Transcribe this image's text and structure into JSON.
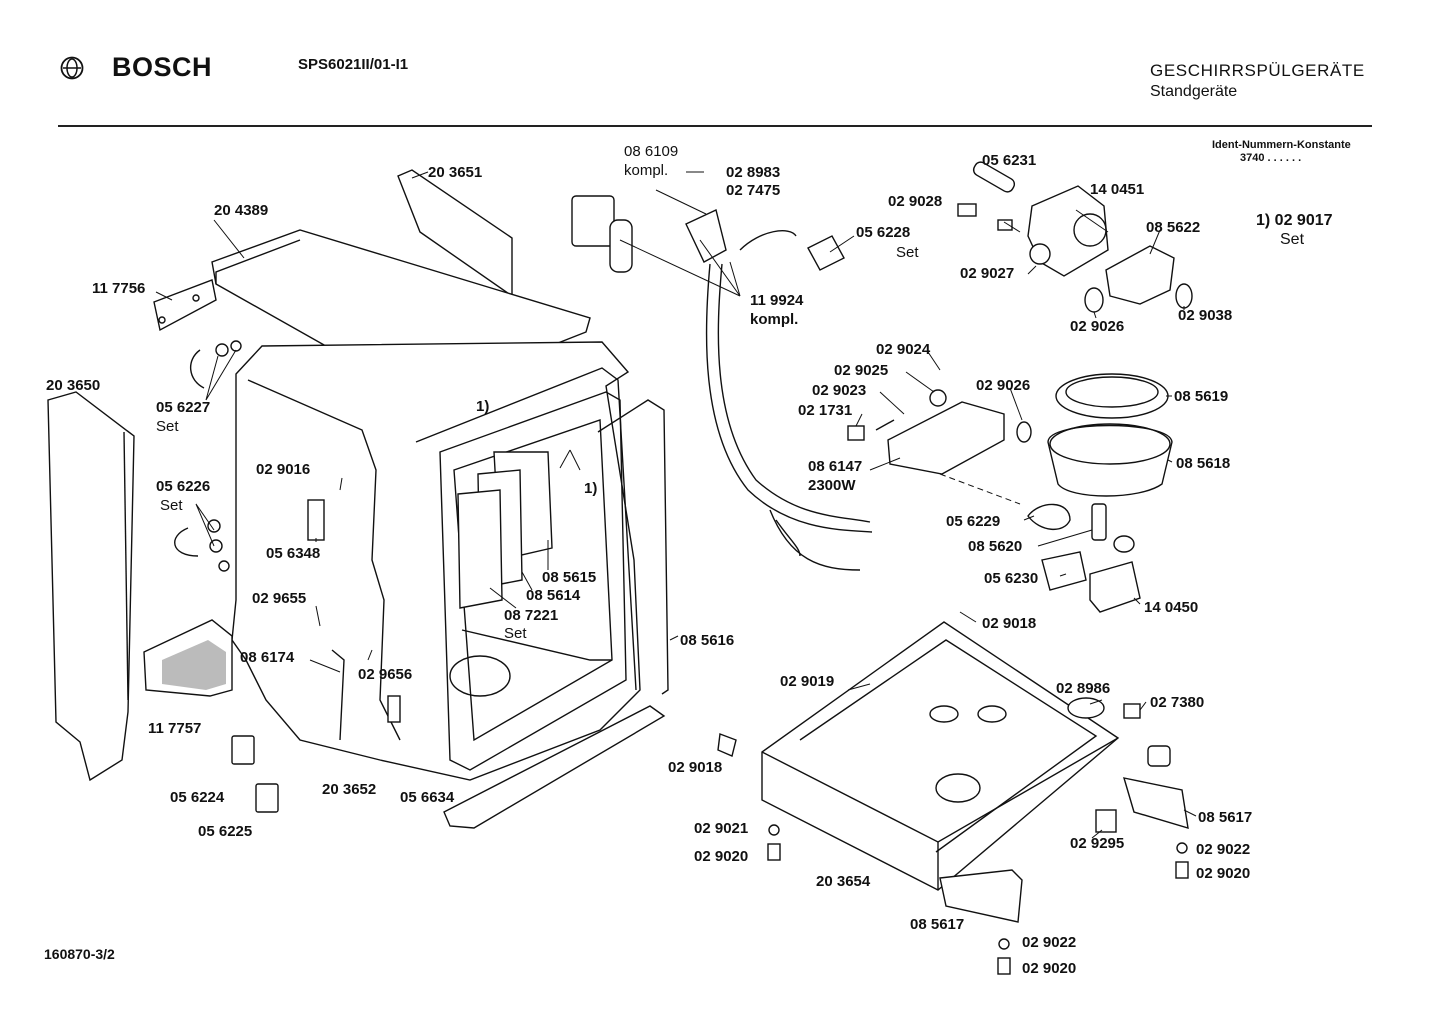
{
  "header": {
    "brand": "BOSCH",
    "model": "SPS6021II/01-I1",
    "category": "GESCHIRRSPÜLGERÄTE",
    "subcategory": "Standgeräte",
    "ident_label": "Ident-Nummern-Konstante",
    "ident_value": "3740  . .   . . . ."
  },
  "footer": {
    "drawing_number": "160870-3/2"
  },
  "icons": {
    "logo": "bosch-armature-logo-icon"
  },
  "note": {
    "line1": "1) 02 9017",
    "line2": "Set"
  },
  "labels": [
    {
      "id": "p203651",
      "text": "20 3651"
    },
    {
      "id": "p204389",
      "text": "20 4389"
    },
    {
      "id": "p117756",
      "text": "11 7756"
    },
    {
      "id": "p203650",
      "text": "20 3650"
    },
    {
      "id": "p056227",
      "text": "05 6227"
    },
    {
      "id": "p056227set",
      "text": "Set"
    },
    {
      "id": "p056226",
      "text": "05 6226"
    },
    {
      "id": "p056226set",
      "text": "Set"
    },
    {
      "id": "p029016",
      "text": "02 9016"
    },
    {
      "id": "p056348",
      "text": "05 6348"
    },
    {
      "id": "p029655",
      "text": "02 9655"
    },
    {
      "id": "p086174",
      "text": "08 6174"
    },
    {
      "id": "p029656",
      "text": "02 9656"
    },
    {
      "id": "p117757",
      "text": "11 7757"
    },
    {
      "id": "p056224",
      "text": "05 6224"
    },
    {
      "id": "p056225",
      "text": "05 6225"
    },
    {
      "id": "p203652",
      "text": "20 3652"
    },
    {
      "id": "p056634",
      "text": "05 6634"
    },
    {
      "id": "p1a",
      "text": "1)"
    },
    {
      "id": "p1b",
      "text": "1)"
    },
    {
      "id": "p085615",
      "text": "08 5615"
    },
    {
      "id": "p085614",
      "text": "08 5614"
    },
    {
      "id": "p087221",
      "text": "08 7221"
    },
    {
      "id": "p087221set",
      "text": "Set"
    },
    {
      "id": "p085616",
      "text": "08 5616"
    },
    {
      "id": "p086109",
      "text": "08 6109"
    },
    {
      "id": "p086109k",
      "text": "kompl."
    },
    {
      "id": "p028983",
      "text": "02 8983"
    },
    {
      "id": "p027475",
      "text": "02 7475"
    },
    {
      "id": "p119924",
      "text": "11 9924"
    },
    {
      "id": "p119924k",
      "text": "kompl."
    },
    {
      "id": "p056228",
      "text": "05 6228"
    },
    {
      "id": "p056228set",
      "text": "Set"
    },
    {
      "id": "p056231",
      "text": "05 6231"
    },
    {
      "id": "p029028",
      "text": "02 9028"
    },
    {
      "id": "p140451",
      "text": "14 0451"
    },
    {
      "id": "p085622",
      "text": "08 5622"
    },
    {
      "id": "p029027",
      "text": "02 9027"
    },
    {
      "id": "p029026a",
      "text": "02 9026"
    },
    {
      "id": "p029038",
      "text": "02 9038"
    },
    {
      "id": "p029024",
      "text": "02 9024"
    },
    {
      "id": "p029025",
      "text": "02 9025"
    },
    {
      "id": "p029023",
      "text": "02 9023"
    },
    {
      "id": "p021731",
      "text": "02 1731"
    },
    {
      "id": "p029026b",
      "text": "02 9026"
    },
    {
      "id": "p086147",
      "text": "08 6147"
    },
    {
      "id": "p2300w",
      "text": "2300W"
    },
    {
      "id": "p085619",
      "text": "08 5619"
    },
    {
      "id": "p085618",
      "text": "08 5618"
    },
    {
      "id": "p056229",
      "text": "05 6229"
    },
    {
      "id": "p085620",
      "text": "08 5620"
    },
    {
      "id": "p056230",
      "text": "05 6230"
    },
    {
      "id": "p140450",
      "text": "14 0450"
    },
    {
      "id": "p029018a",
      "text": "02 9018"
    },
    {
      "id": "p029019",
      "text": "02 9019"
    },
    {
      "id": "p028986",
      "text": "02 8986"
    },
    {
      "id": "p027380",
      "text": "02 7380"
    },
    {
      "id": "p029018b",
      "text": "02 9018"
    },
    {
      "id": "p085617a",
      "text": "08 5617"
    },
    {
      "id": "p029021",
      "text": "02 9021"
    },
    {
      "id": "p029020a",
      "text": "02 9020"
    },
    {
      "id": "p029295",
      "text": "02 9295"
    },
    {
      "id": "p029022a",
      "text": "02 9022"
    },
    {
      "id": "p029020b",
      "text": "02 9020"
    },
    {
      "id": "p203654",
      "text": "20 3654"
    },
    {
      "id": "p085617b",
      "text": "08 5617"
    },
    {
      "id": "p029022b",
      "text": "02 9022"
    },
    {
      "id": "p029020c",
      "text": "02 9020"
    }
  ]
}
